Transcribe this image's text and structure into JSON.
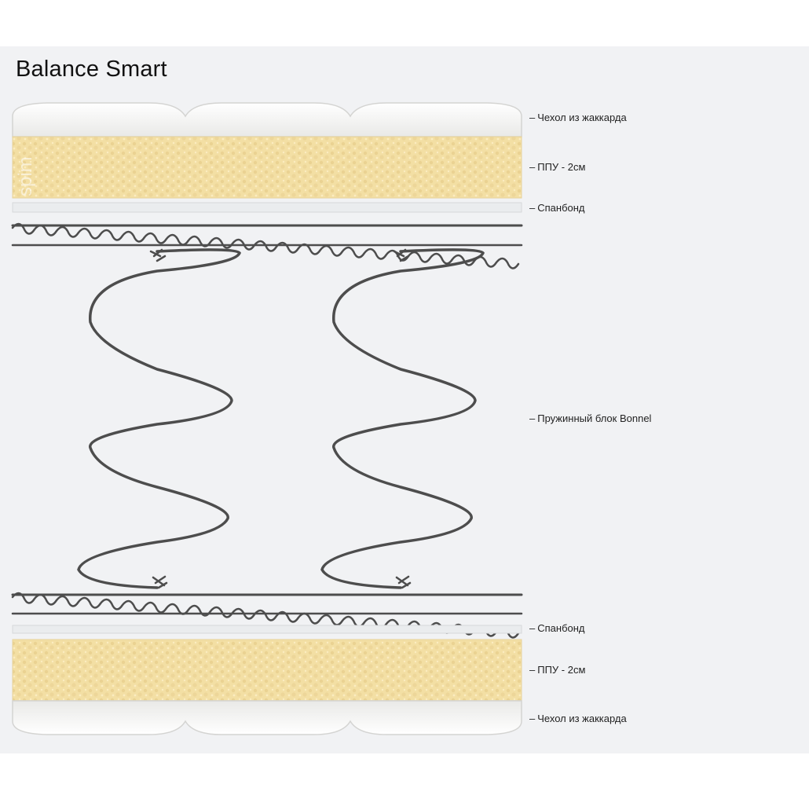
{
  "title": "Balance Smart",
  "watermark": "spim",
  "layers": [
    {
      "name": "layer-cover-top",
      "label": "Чехол из жаккарда"
    },
    {
      "name": "layer-foam-top",
      "label": "ППУ - 2см"
    },
    {
      "name": "layer-spunbond-top",
      "label": "Спанбонд"
    },
    {
      "name": "layer-spring-block",
      "label": "Пружинный блок Bonnel"
    },
    {
      "name": "layer-spunbond-bottom",
      "label": "Спанбонд"
    },
    {
      "name": "layer-foam-bottom",
      "label": "ППУ - 2см"
    },
    {
      "name": "layer-cover-bottom",
      "label": "Чехол из жаккарда"
    }
  ],
  "colors": {
    "panel": "#f1f2f4",
    "cover": "#f6f6f4",
    "foam": "#f2dc9e",
    "spunbond": "#e9ebed",
    "wire": "#4a4a4a"
  }
}
